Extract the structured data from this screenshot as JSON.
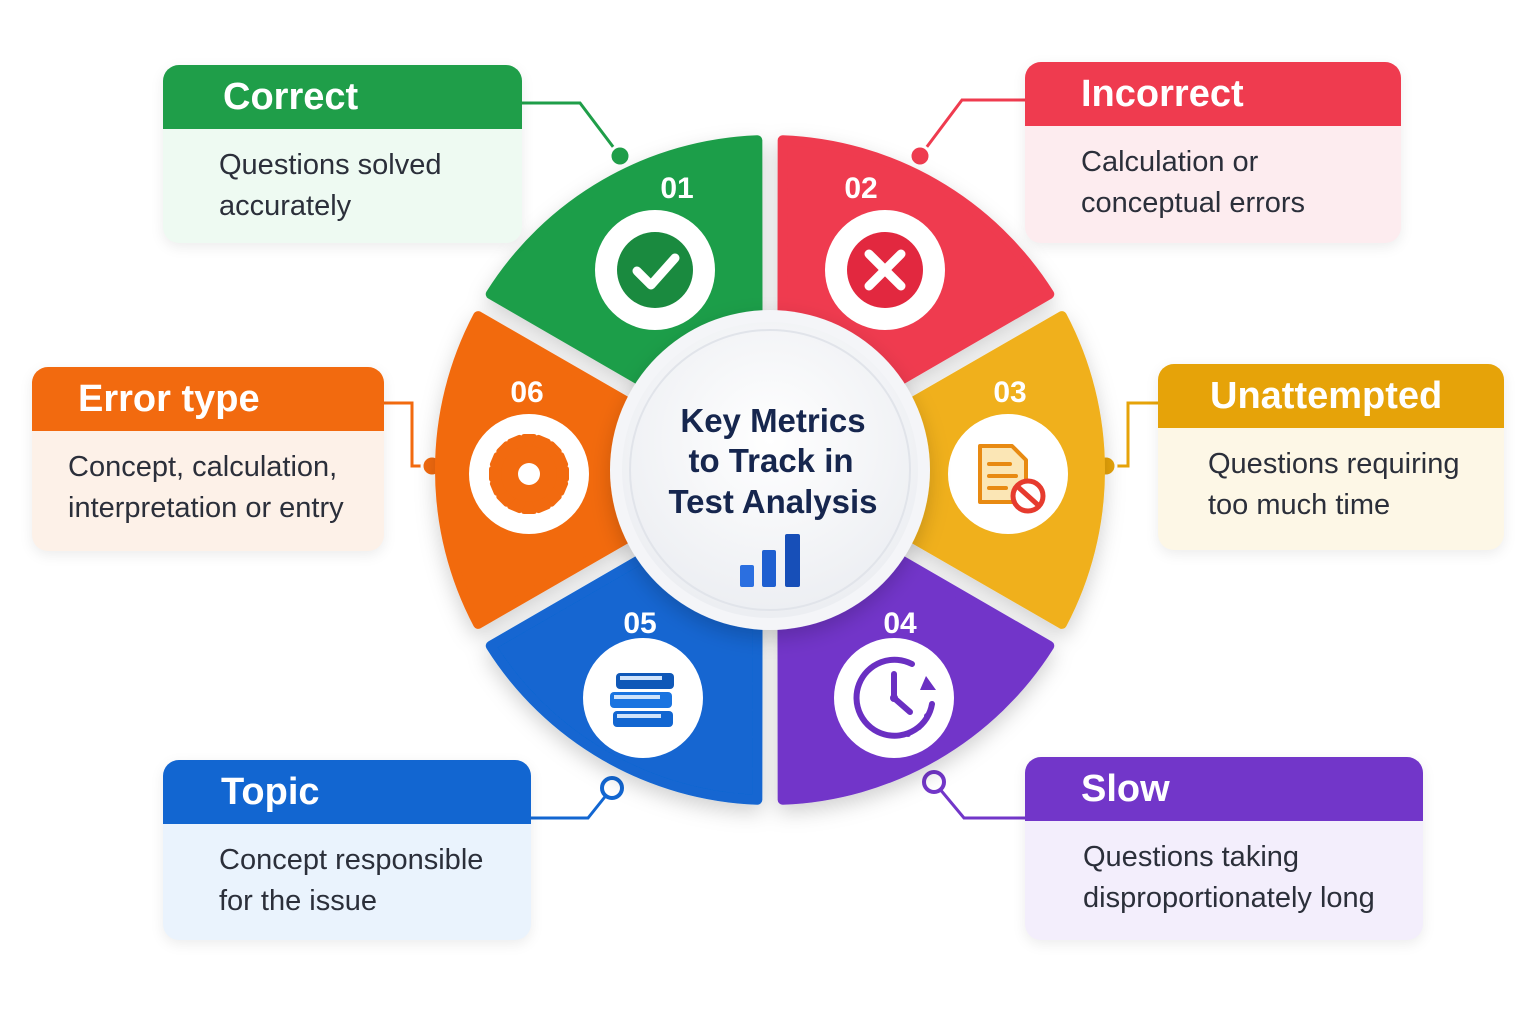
{
  "center": {
    "title_lines": [
      "Key Metrics",
      "to Track in",
      "Test Analysis"
    ],
    "icon": "bar-chart-icon"
  },
  "metrics": [
    {
      "number": "01",
      "title": "Correct",
      "description_lines": [
        "Questions solved",
        "accurately"
      ],
      "icon": "check-circle-icon",
      "color": "#1f9e49"
    },
    {
      "number": "02",
      "title": "Incorrect",
      "description_lines": [
        "Calculation or",
        "conceptual errors"
      ],
      "icon": "x-circle-icon",
      "color": "#ef3b4f"
    },
    {
      "number": "03",
      "title": "Unattempted",
      "description_lines": [
        "Questions requiring",
        "too much time"
      ],
      "icon": "document-blocked-icon",
      "color": "#f0b01c"
    },
    {
      "number": "04",
      "title": "Slow",
      "description_lines": [
        "Questions taking",
        "disproportionately long"
      ],
      "icon": "clock-icon",
      "color": "#7236c9"
    },
    {
      "number": "05",
      "title": "Topic",
      "description_lines": [
        "Concept responsible",
        "for the issue"
      ],
      "icon": "books-icon",
      "color": "#1266d1"
    },
    {
      "number": "06",
      "title": "Error type",
      "description_lines": [
        "Concept, calculation,",
        "interpretation or entry"
      ],
      "icon": "gear-icon",
      "color": "#f26a0f"
    }
  ]
}
